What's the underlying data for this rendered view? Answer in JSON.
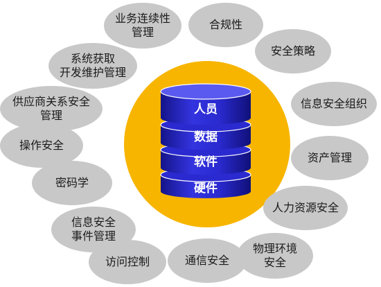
{
  "center": {
    "layers": [
      "人员",
      "数据",
      "软件",
      "硬件"
    ]
  },
  "domains": [
    "业务连续性\n管理",
    "合规性",
    "安全策略",
    "系统获取\n开发维护管理",
    "信息安全组织",
    "供应商关系安全\n管理",
    "资产管理",
    "操作安全",
    "密码学",
    "人力资源安全",
    "信息安全\n事件管理",
    "物理环境\n安全",
    "访问控制",
    "通信安全"
  ],
  "colors": {
    "bubble": "#c8c8c8",
    "ring": "#f7b500",
    "layer": "#2727c9",
    "layer_top": "#5a5af0"
  }
}
